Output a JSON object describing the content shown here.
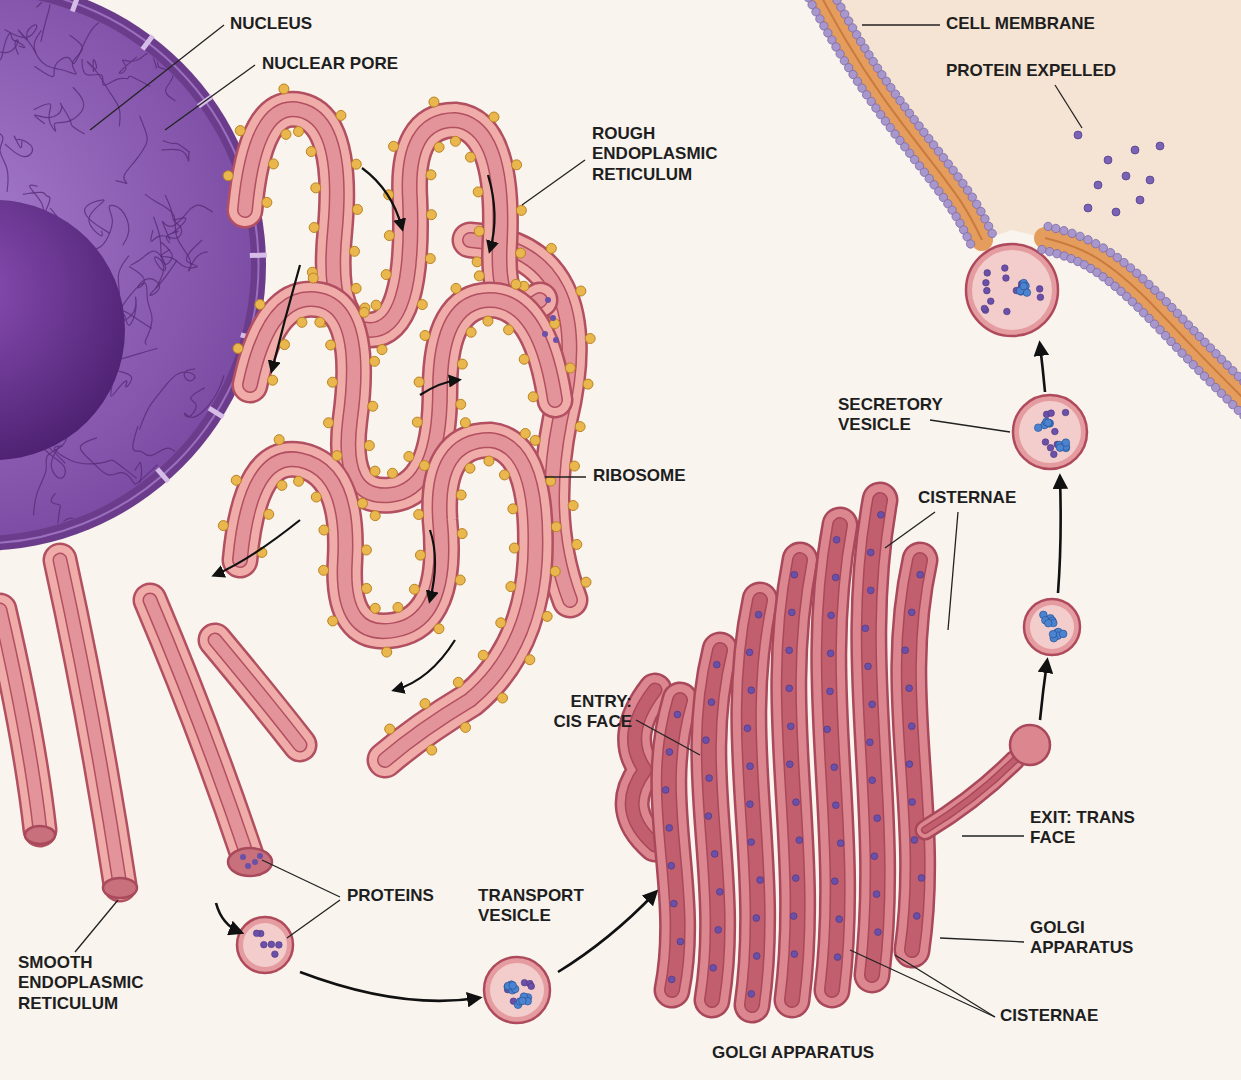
{
  "diagram": {
    "labels": [
      "NUCLEUS",
      "NUCLEAR PORE",
      "ROUGH ENDOPLASMIC RETICULUM",
      "RIBOSOME",
      "CELL MEMBRANE",
      "PROTEIN EXPELLED",
      "SECRETORY VESICLE",
      "CISTERNAE",
      "ENTRY: CIS FACE",
      "EXIT: TRANS FACE",
      "GOLGI APPARATUS",
      "CISTERNAE",
      "PROTEINS",
      "TRANSPORT VESICLE",
      "SMOOTH ENDOPLASMIC RETICULUM",
      "GOLGI APPARATUS"
    ]
  }
}
